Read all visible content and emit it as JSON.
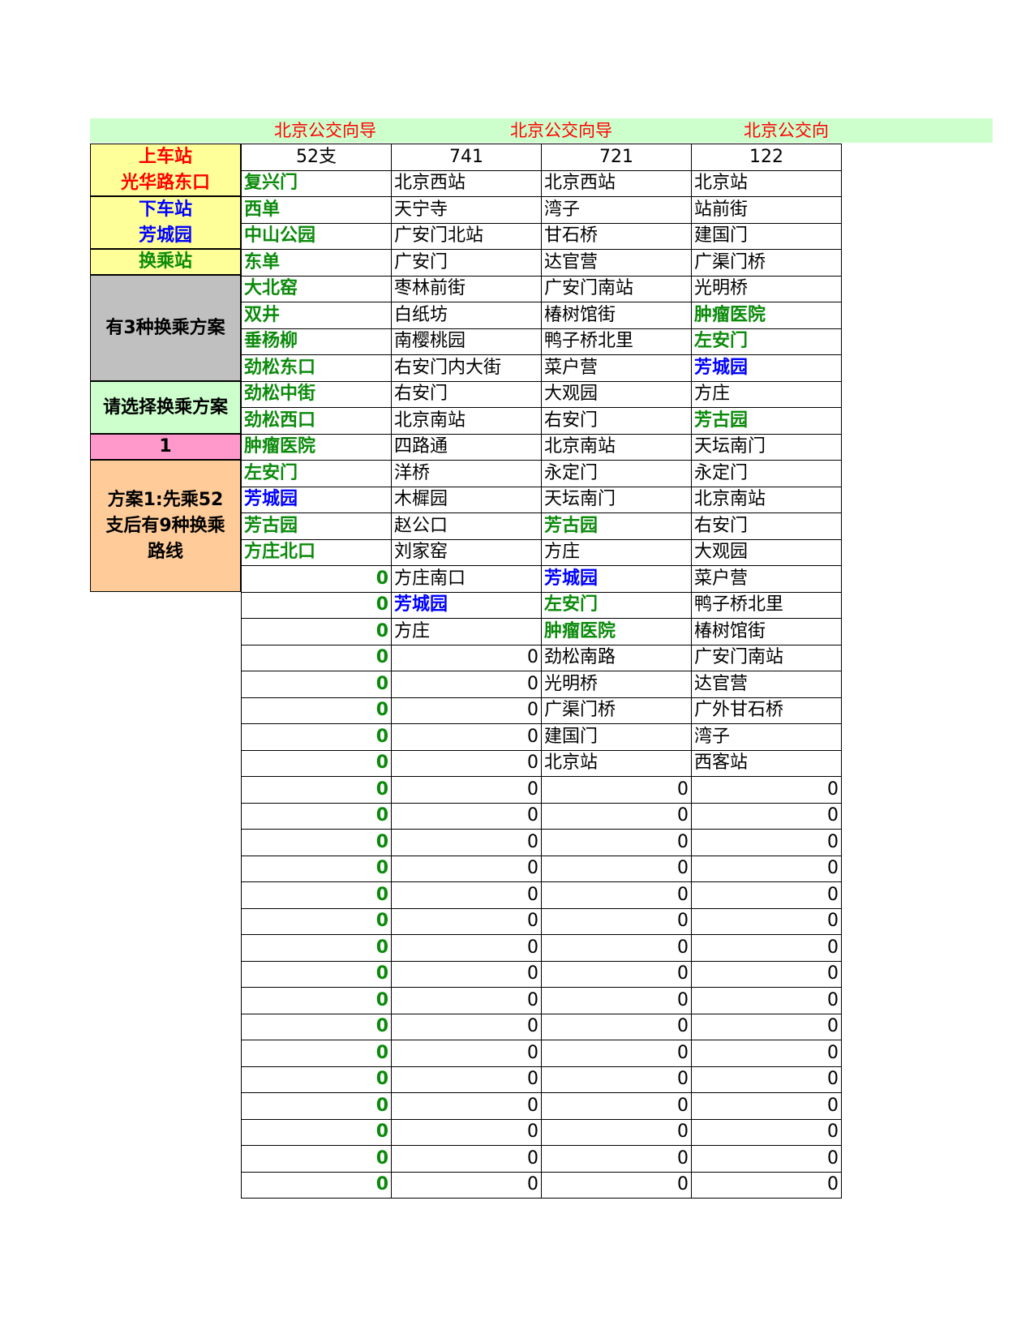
{
  "banner": {
    "titles": [
      "北京公交向导",
      "北京公交向导",
      "北京公交向"
    ]
  },
  "left_panel": {
    "board_label": "上车站",
    "board_station": "光华路东口",
    "alight_label": "下车站",
    "alight_station": "芳城园",
    "transfer_label": "换乘站",
    "plan_count": "有3种换乘方案",
    "select_prompt": "请选择换乘方案",
    "selected_plan": "1",
    "plan_desc_line1": "方案1:先乘52",
    "plan_desc_line2": "支后有9种换乘",
    "plan_desc_line3": "路线"
  },
  "colors": {
    "banner_bg": "#ccffcc",
    "banner_text": "#ff0000",
    "board_bg": "#ffff99",
    "gray_bg": "#c0c0c0",
    "pink_bg": "#ff99cc",
    "peach_bg": "#ffcc99",
    "station_green": "#0b8a0b",
    "station_blue": "#0000ff"
  },
  "routes": {
    "headers": [
      "52支",
      "741",
      "721",
      "122"
    ],
    "rows": [
      [
        {
          "t": "复兴门",
          "s": "g"
        },
        {
          "t": "北京西站"
        },
        {
          "t": "北京西站"
        },
        {
          "t": "北京站"
        }
      ],
      [
        {
          "t": "西单",
          "s": "g"
        },
        {
          "t": "天宁寺"
        },
        {
          "t": "湾子"
        },
        {
          "t": "站前街"
        }
      ],
      [
        {
          "t": "中山公园",
          "s": "g"
        },
        {
          "t": "广安门北站"
        },
        {
          "t": "甘石桥"
        },
        {
          "t": "建国门"
        }
      ],
      [
        {
          "t": "东单",
          "s": "g"
        },
        {
          "t": "广安门"
        },
        {
          "t": "达官营"
        },
        {
          "t": "广渠门桥"
        }
      ],
      [
        {
          "t": "大北窑",
          "s": "g"
        },
        {
          "t": "枣林前街"
        },
        {
          "t": "广安门南站"
        },
        {
          "t": "光明桥"
        }
      ],
      [
        {
          "t": "双井",
          "s": "g"
        },
        {
          "t": "白纸坊"
        },
        {
          "t": "椿树馆街"
        },
        {
          "t": "肿瘤医院",
          "s": "g"
        }
      ],
      [
        {
          "t": "垂杨柳",
          "s": "g"
        },
        {
          "t": "南樱桃园"
        },
        {
          "t": "鸭子桥北里"
        },
        {
          "t": "左安门",
          "s": "g"
        }
      ],
      [
        {
          "t": "劲松东口",
          "s": "g"
        },
        {
          "t": "右安门内大街"
        },
        {
          "t": "菜户营"
        },
        {
          "t": "芳城园",
          "s": "b"
        }
      ],
      [
        {
          "t": "劲松中街",
          "s": "g"
        },
        {
          "t": "右安门"
        },
        {
          "t": "大观园"
        },
        {
          "t": "方庄"
        }
      ],
      [
        {
          "t": "劲松西口",
          "s": "g"
        },
        {
          "t": "北京南站"
        },
        {
          "t": "右安门"
        },
        {
          "t": "芳古园",
          "s": "g"
        }
      ],
      [
        {
          "t": "肿瘤医院",
          "s": "g"
        },
        {
          "t": "四路通"
        },
        {
          "t": "北京南站"
        },
        {
          "t": "天坛南门"
        }
      ],
      [
        {
          "t": "左安门",
          "s": "g"
        },
        {
          "t": "洋桥"
        },
        {
          "t": "永定门"
        },
        {
          "t": "永定门"
        }
      ],
      [
        {
          "t": "芳城园",
          "s": "b"
        },
        {
          "t": "木樨园"
        },
        {
          "t": "天坛南门"
        },
        {
          "t": "北京南站"
        }
      ],
      [
        {
          "t": "芳古园",
          "s": "g"
        },
        {
          "t": "赵公口"
        },
        {
          "t": "芳古园",
          "s": "g"
        },
        {
          "t": "右安门"
        }
      ],
      [
        {
          "t": "方庄北口",
          "s": "g"
        },
        {
          "t": "刘家窑"
        },
        {
          "t": "方庄"
        },
        {
          "t": "大观园"
        }
      ],
      [
        {
          "t": "0",
          "s": "gn"
        },
        {
          "t": "方庄南口"
        },
        {
          "t": "芳城园",
          "s": "b"
        },
        {
          "t": "菜户营"
        }
      ],
      [
        {
          "t": "0",
          "s": "gn"
        },
        {
          "t": "芳城园",
          "s": "b"
        },
        {
          "t": "左安门",
          "s": "g"
        },
        {
          "t": "鸭子桥北里"
        }
      ],
      [
        {
          "t": "0",
          "s": "gn"
        },
        {
          "t": "方庄"
        },
        {
          "t": "肿瘤医院",
          "s": "g"
        },
        {
          "t": "椿树馆街"
        }
      ],
      [
        {
          "t": "0",
          "s": "gn"
        },
        {
          "t": "0",
          "s": "n"
        },
        {
          "t": "劲松南路"
        },
        {
          "t": "广安门南站"
        }
      ],
      [
        {
          "t": "0",
          "s": "gn"
        },
        {
          "t": "0",
          "s": "n"
        },
        {
          "t": "光明桥"
        },
        {
          "t": "达官营"
        }
      ],
      [
        {
          "t": "0",
          "s": "gn"
        },
        {
          "t": "0",
          "s": "n"
        },
        {
          "t": "广渠门桥"
        },
        {
          "t": "广外甘石桥"
        }
      ],
      [
        {
          "t": "0",
          "s": "gn"
        },
        {
          "t": "0",
          "s": "n"
        },
        {
          "t": "建国门"
        },
        {
          "t": "湾子"
        }
      ],
      [
        {
          "t": "0",
          "s": "gn"
        },
        {
          "t": "0",
          "s": "n"
        },
        {
          "t": "北京站"
        },
        {
          "t": "西客站"
        }
      ],
      [
        {
          "t": "0",
          "s": "gn"
        },
        {
          "t": "0",
          "s": "n"
        },
        {
          "t": "0",
          "s": "n"
        },
        {
          "t": "0",
          "s": "n"
        }
      ],
      [
        {
          "t": "0",
          "s": "gn"
        },
        {
          "t": "0",
          "s": "n"
        },
        {
          "t": "0",
          "s": "n"
        },
        {
          "t": "0",
          "s": "n"
        }
      ],
      [
        {
          "t": "0",
          "s": "gn"
        },
        {
          "t": "0",
          "s": "n"
        },
        {
          "t": "0",
          "s": "n"
        },
        {
          "t": "0",
          "s": "n"
        }
      ],
      [
        {
          "t": "0",
          "s": "gn"
        },
        {
          "t": "0",
          "s": "n"
        },
        {
          "t": "0",
          "s": "n"
        },
        {
          "t": "0",
          "s": "n"
        }
      ],
      [
        {
          "t": "0",
          "s": "gn"
        },
        {
          "t": "0",
          "s": "n"
        },
        {
          "t": "0",
          "s": "n"
        },
        {
          "t": "0",
          "s": "n"
        }
      ],
      [
        {
          "t": "0",
          "s": "gn"
        },
        {
          "t": "0",
          "s": "n"
        },
        {
          "t": "0",
          "s": "n"
        },
        {
          "t": "0",
          "s": "n"
        }
      ],
      [
        {
          "t": "0",
          "s": "gn"
        },
        {
          "t": "0",
          "s": "n"
        },
        {
          "t": "0",
          "s": "n"
        },
        {
          "t": "0",
          "s": "n"
        }
      ],
      [
        {
          "t": "0",
          "s": "gn"
        },
        {
          "t": "0",
          "s": "n"
        },
        {
          "t": "0",
          "s": "n"
        },
        {
          "t": "0",
          "s": "n"
        }
      ],
      [
        {
          "t": "0",
          "s": "gn"
        },
        {
          "t": "0",
          "s": "n"
        },
        {
          "t": "0",
          "s": "n"
        },
        {
          "t": "0",
          "s": "n"
        }
      ],
      [
        {
          "t": "0",
          "s": "gn"
        },
        {
          "t": "0",
          "s": "n"
        },
        {
          "t": "0",
          "s": "n"
        },
        {
          "t": "0",
          "s": "n"
        }
      ],
      [
        {
          "t": "0",
          "s": "gn"
        },
        {
          "t": "0",
          "s": "n"
        },
        {
          "t": "0",
          "s": "n"
        },
        {
          "t": "0",
          "s": "n"
        }
      ],
      [
        {
          "t": "0",
          "s": "gn"
        },
        {
          "t": "0",
          "s": "n"
        },
        {
          "t": "0",
          "s": "n"
        },
        {
          "t": "0",
          "s": "n"
        }
      ],
      [
        {
          "t": "0",
          "s": "gn"
        },
        {
          "t": "0",
          "s": "n"
        },
        {
          "t": "0",
          "s": "n"
        },
        {
          "t": "0",
          "s": "n"
        }
      ],
      [
        {
          "t": "0",
          "s": "gn"
        },
        {
          "t": "0",
          "s": "n"
        },
        {
          "t": "0",
          "s": "n"
        },
        {
          "t": "0",
          "s": "n"
        }
      ],
      [
        {
          "t": "0",
          "s": "gn"
        },
        {
          "t": "0",
          "s": "n"
        },
        {
          "t": "0",
          "s": "n"
        },
        {
          "t": "0",
          "s": "n"
        }
      ],
      [
        {
          "t": "0",
          "s": "gn"
        },
        {
          "t": "0",
          "s": "n"
        },
        {
          "t": "0",
          "s": "n"
        },
        {
          "t": "0",
          "s": "n"
        }
      ]
    ]
  }
}
